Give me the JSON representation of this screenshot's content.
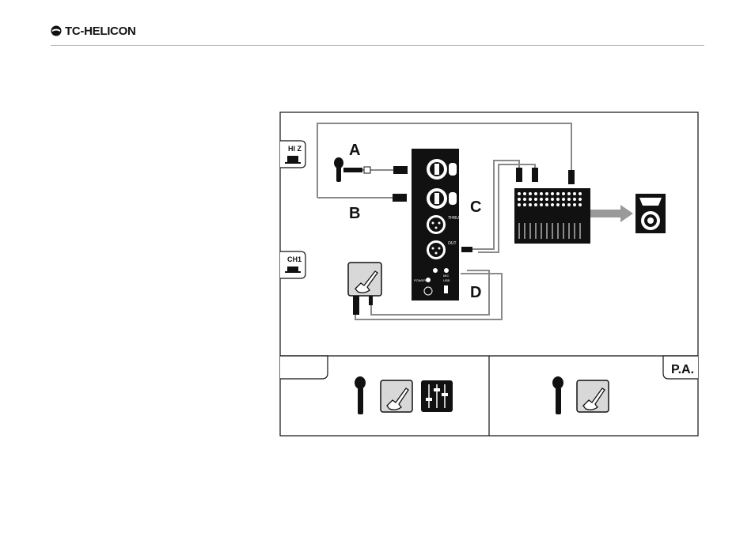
{
  "brand": {
    "name": "TC-HELICON"
  },
  "side_buttons": {
    "hiz": "HI Z",
    "ch1": "CH1"
  },
  "connection_labels": {
    "a": "A",
    "b": "B",
    "c": "C",
    "d": "D"
  },
  "device": {
    "thru_label": "THRU",
    "out_label": "OUT",
    "mic_label": "MIC",
    "power_label": "POWER",
    "usb_label": "USB"
  },
  "panels": {
    "left_tab": "",
    "right_tab": "P.A."
  },
  "icons": {
    "mic": "microphone-icon",
    "guitar": "electric-guitar-icon",
    "mixer": "mixer-faders-icon",
    "speaker": "pa-speaker-icon",
    "pa_mixer": "mixing-console-icon",
    "logo": "tc-helicon-logo-icon"
  },
  "colors": {
    "line": "#111111",
    "cable": "#8a8a8a",
    "arrow": "#9a9a9a",
    "guitar_bg": "#d8d8d8"
  }
}
